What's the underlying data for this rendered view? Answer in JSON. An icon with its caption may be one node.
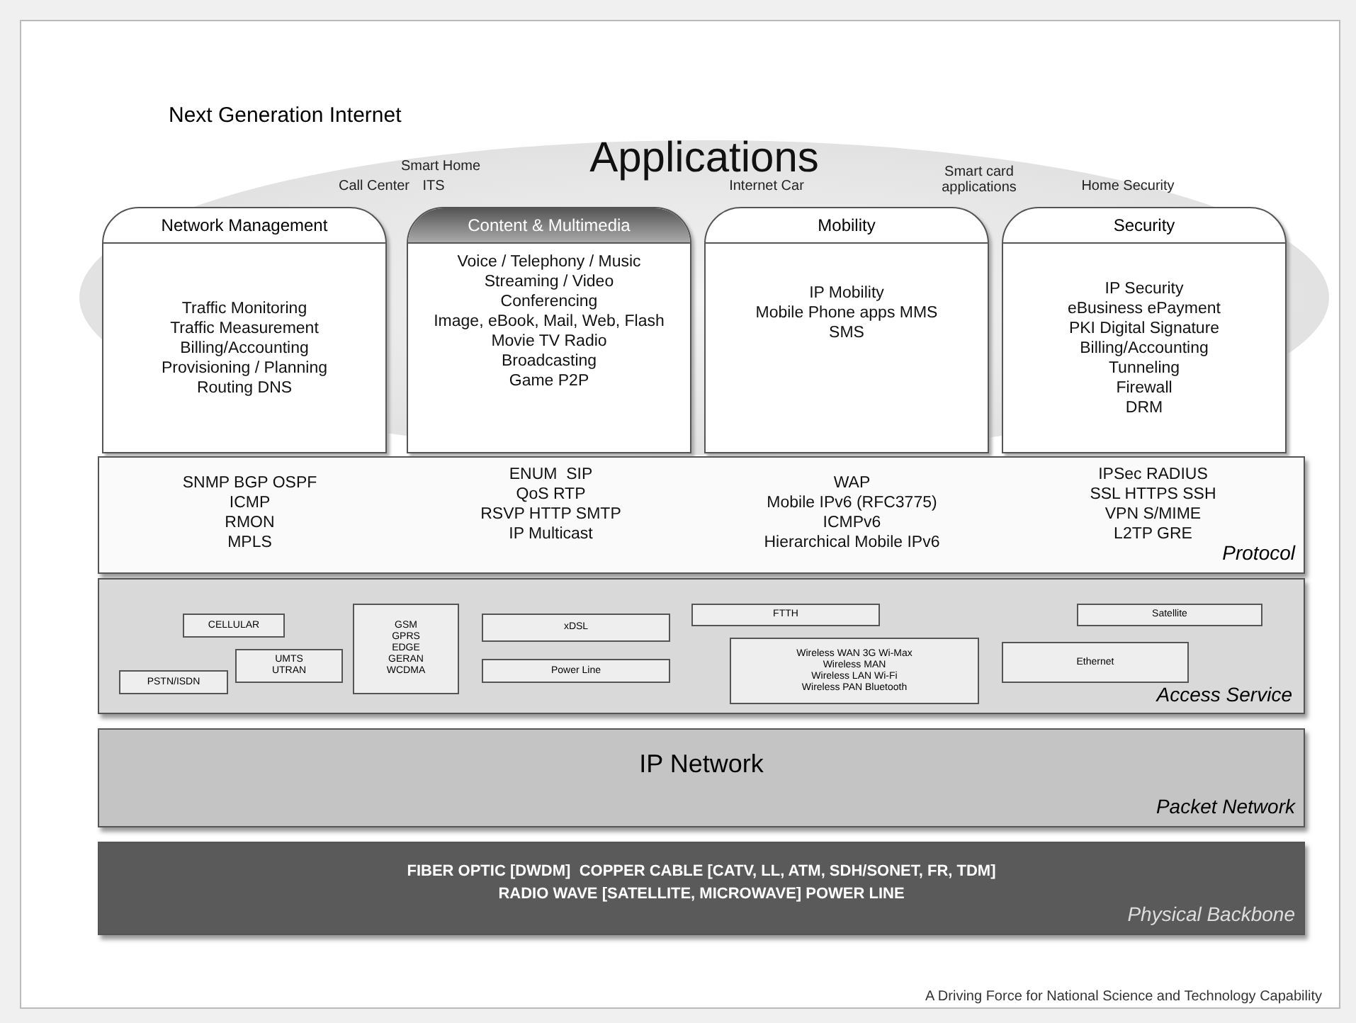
{
  "diagram": {
    "title": "Next Generation Internet",
    "caption": "A Driving Force for National Science and Technology Capability",
    "nodes": [
      {
        "text": [
          "Applications"
        ]
      },
      {
        "text": [
          "Network Management",
          "Traffic Monitoring",
          "Traffic Measurement",
          "Billing/Accounting",
          "Provisioning / Planning",
          "Routing DNS"
        ],
        "in": 0
      },
      {
        "text": [
          "Content & Multimedia",
          "Voice / Telephony / Music",
          "Streaming / Video",
          "Conferencing",
          "Image, eBook, Mail, Web, Flash",
          "Movie TV Radio",
          "Broadcasting",
          "Game P2P"
        ],
        "in": 0
      },
      {
        "text": [
          "Mobility",
          "IP Mobility",
          "Mobile Phone apps MMS",
          "SMS"
        ],
        "in": 0
      },
      {
        "text": [
          "Security",
          "IP Security",
          "eBusiness ePayment",
          "PKI Digital Signature",
          "Billing/Accounting",
          "Tunneling",
          "Firewall",
          "DRM"
        ],
        "in": 0
      },
      {
        "text": [
          "SNMP BGP OSPF",
          "ICMP",
          "RMON",
          "MPLS",
          "ENUM  SIP",
          "QoS RTP",
          "RSVP HTTP SMTP",
          "IP Multicast",
          "WAP",
          "Mobile IPv6 (RFC3775)",
          "ICMPv6",
          "Hierarchical Mobile IPv6",
          "IPSec RADIUS",
          "SSL HTTPS SSH",
          "VPN S/MIME",
          "L2TP GRE",
          "Protocol"
        ]
      },
      {
        "text": [
          "Access Service"
        ]
      },
      {
        "text": [
          "CELLULAR"
        ],
        "in": 6
      },
      {
        "text": [
          "PSTN/ISDN"
        ],
        "in": 6
      },
      {
        "text": [
          "UMTS",
          "UTRAN"
        ],
        "in": 6
      },
      {
        "text": [
          "GSM",
          "GPRS",
          "EDGE",
          "GERAN",
          "WCDMA"
        ],
        "in": 6
      },
      {
        "text": [
          "xDSL"
        ],
        "in": 6
      },
      {
        "text": [
          "Power Line"
        ],
        "in": 6
      },
      {
        "text": [
          "FTTH"
        ],
        "in": 6
      },
      {
        "text": [
          "Wireless WAN 3G Wi-Max",
          "Wireless MAN",
          "Wireless LAN Wi-Fi",
          "Wireless PAN Bluetooth"
        ],
        "in": 6
      },
      {
        "text": [
          "Satellite"
        ],
        "in": 6
      },
      {
        "text": [
          "Ethernet"
        ],
        "in": 6
      },
      {
        "text": [
          "IP Network",
          "Packet Network"
        ]
      },
      {
        "text": [
          "FIBER OPTIC [DWDM]  COPPER CABLE [CATV, LL, ATM, SDH/SONET, FR, TDM]",
          "RADIO WAVE [SATELLITE, MICROWAVE] POWER LINE",
          "Physical Backbone"
        ]
      }
    ],
    "labels": [
      "Smart Home",
      "Call Center",
      "ITS",
      "Internet Car",
      "Smart card applications",
      "Home Security"
    ]
  }
}
